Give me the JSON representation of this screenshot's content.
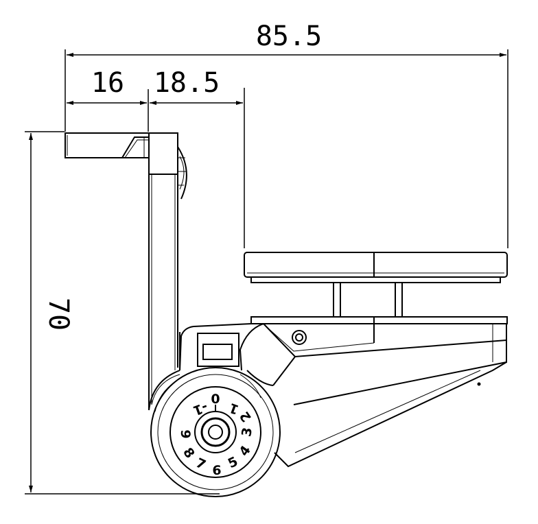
{
  "dimensions": {
    "overall_width": "85.5",
    "handle_width": "16",
    "offset_width": "18.5",
    "overall_height": "70"
  },
  "dial": {
    "label_0": "0",
    "label_neg1": "-1",
    "label_1": "1",
    "label_2": "2",
    "label_3": "3",
    "label_4": "4",
    "label_5": "5",
    "label_6": "6",
    "label_7": "7",
    "label_8": "8",
    "label_9": "9"
  },
  "colors": {
    "line": "#000000",
    "background": "#ffffff"
  }
}
